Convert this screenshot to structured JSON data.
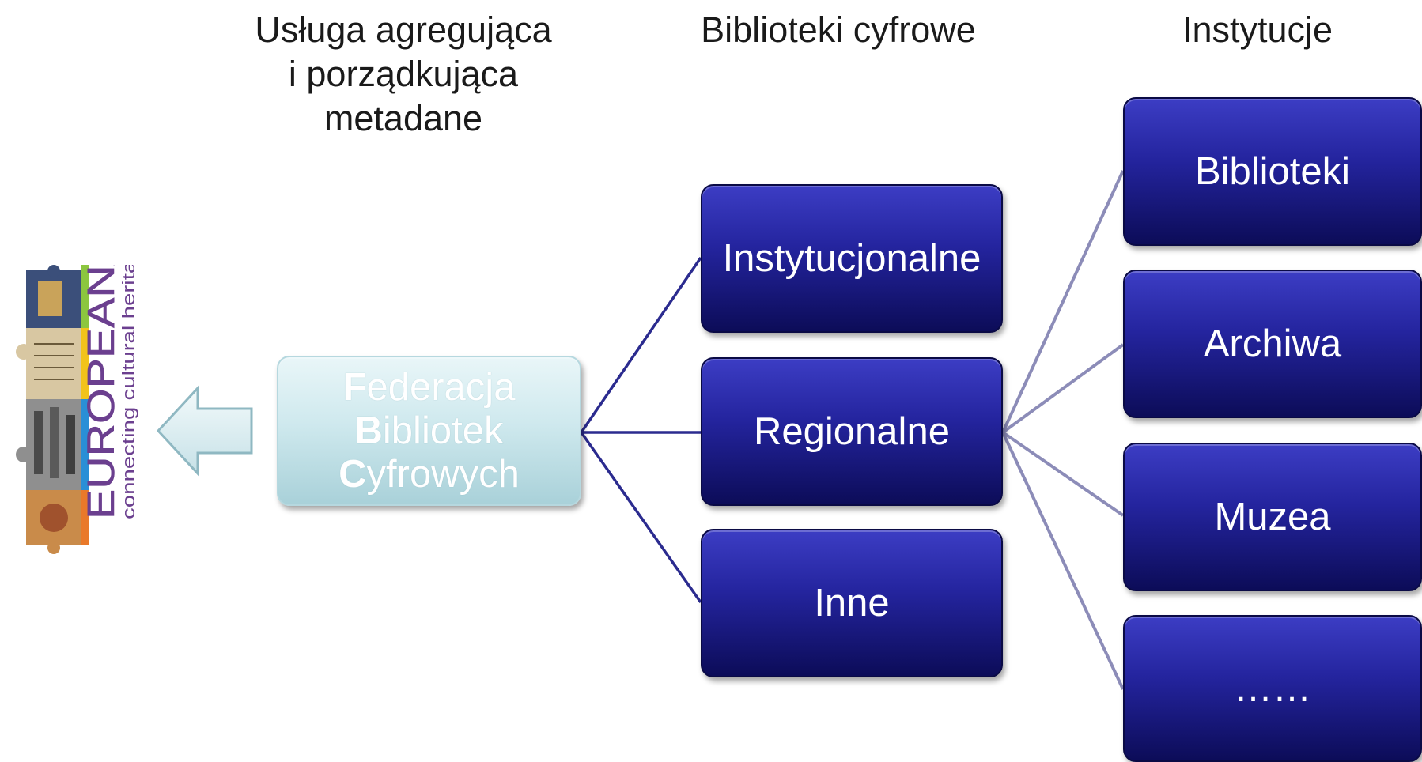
{
  "headings": {
    "aggregator": [
      "Usługa agregująca",
      "i porządkująca",
      "metadane"
    ],
    "digital_libraries": "Biblioteki cyfrowe",
    "institutions": "Instytucje"
  },
  "federation": {
    "lines": [
      {
        "initial": "F",
        "rest": "ederacja"
      },
      {
        "initial": "B",
        "rest": "ibliotek"
      },
      {
        "initial": "C",
        "rest": "yfrowych"
      }
    ]
  },
  "libraries": [
    "Instytucjonalne",
    "Regionalne",
    "Inne"
  ],
  "institutions": [
    "Biblioteki",
    "Archiwa",
    "Muzea",
    "……"
  ],
  "logo": {
    "text": "EUROPEANA",
    "tagline": "connecting cultural heritage",
    "colors": [
      "#e9792a",
      "#2a8fd6",
      "#f2c31b",
      "#8cc63f"
    ]
  },
  "colors": {
    "box_blue": "#24249e",
    "federation_box": "#cfe9ee",
    "link_dark": "#2b2b8f",
    "link_light": "#8c8cb8",
    "arrow_fill": "#ddeff3",
    "logo_text": "#6b3f8f"
  }
}
